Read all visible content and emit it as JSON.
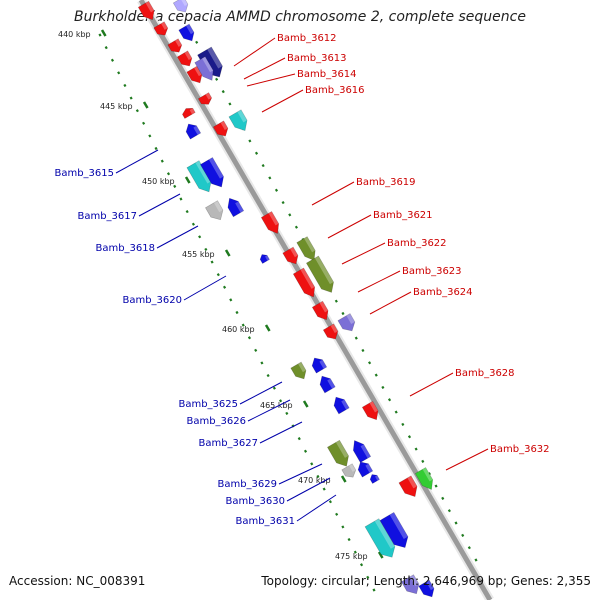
{
  "title": "Burkholderia cepacia AMMD chromosome 2, complete sequence",
  "footer": {
    "accession": "Accession: NC_008391",
    "summary": "Topology: circular; Length: 2,646,969 bp; Genes: 2,355"
  },
  "colors": {
    "backbone": "#9a9a9a",
    "scale_dots": "#1f7a1f",
    "red": "#ee1111",
    "blue": "#1010e0",
    "navy": "#1a1a8a",
    "violet": "#7b6fd6",
    "cyan": "#20c8c8",
    "olive": "#6f8f2a",
    "gray": "#b8b8b8",
    "green": "#33cc33",
    "forward_label": "#cc0000",
    "reverse_label": "#0000aa"
  },
  "scale_ticks": [
    "440 kbp",
    "445 kbp",
    "450 kbp",
    "455 kbp",
    "460 kbp",
    "465 kbp",
    "470 kbp",
    "475 kbp"
  ],
  "gene_labels_forward": [
    "Bamb_3612",
    "Bamb_3613",
    "Bamb_3614",
    "Bamb_3616",
    "Bamb_3619",
    "Bamb_3621",
    "Bamb_3622",
    "Bamb_3623",
    "Bamb_3624",
    "Bamb_3628",
    "Bamb_3632"
  ],
  "gene_labels_reverse": [
    "Bamb_3615",
    "Bamb_3617",
    "Bamb_3618",
    "Bamb_3620",
    "Bamb_3625",
    "Bamb_3626",
    "Bamb_3627",
    "Bamb_3629",
    "Bamb_3630",
    "Bamb_3631"
  ]
}
